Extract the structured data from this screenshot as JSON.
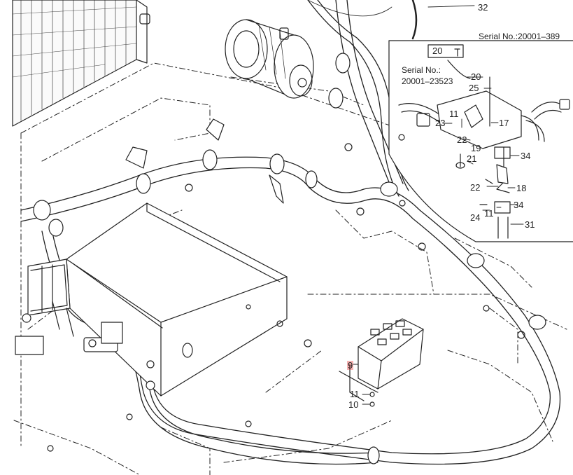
{
  "diagram": {
    "serial_range_header": "Serial No.:20001–389",
    "inset_serial_line1": "Serial No.:",
    "inset_serial_line2": "20001–23523",
    "callouts": {
      "p32": "32",
      "p20_box": "20",
      "p20": "20",
      "p25": "25",
      "p11_upper": "11",
      "p23": "23",
      "p17": "17",
      "p22_upper": "22",
      "p19": "19",
      "p34_upper": "34",
      "p21": "21",
      "p22_lower": "22",
      "p18": "18",
      "p34_lower": "34",
      "p24": "24",
      "p11_mid": "11",
      "p31": "31",
      "p9": "9",
      "p11_lower": "11",
      "p10": "10"
    }
  },
  "colors": {
    "line": "#222222",
    "highlight": "#e62828"
  }
}
